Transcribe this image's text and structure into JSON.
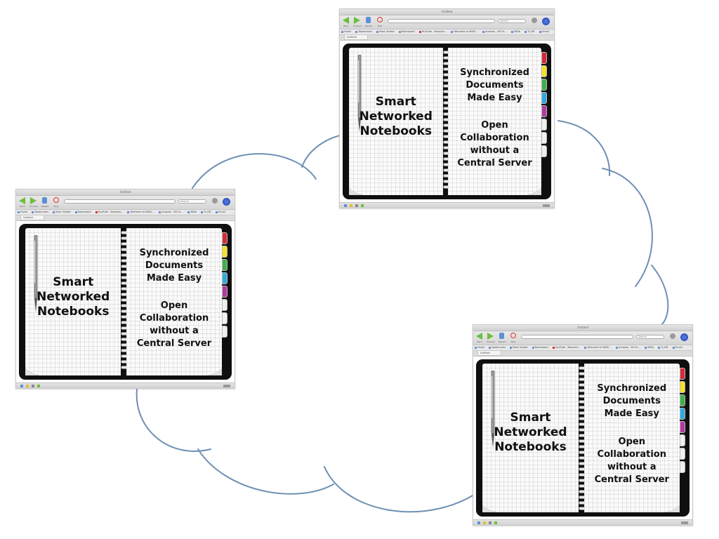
{
  "browser": {
    "window_title": "Untitled",
    "toolbar": [
      "Back",
      "Forward",
      "Reload",
      "Stop"
    ],
    "search_placeholder": "Search",
    "bookmarks": [
      "Home",
      "Bookmarks",
      "Most Visited",
      "Dashboard",
      "YouTube - Broadca…",
      "Welcome to MSN!…",
      "Amazon - 60 Fo…",
      "IMDb",
      "TL;DR",
      "Gmail"
    ],
    "tab_label": "Untitled"
  },
  "notebook": {
    "title": [
      "Smart",
      "Networked",
      "Notebooks"
    ],
    "feature1": [
      "Synchronized",
      "Documents",
      "Made Easy"
    ],
    "feature2": [
      "Open",
      "Collaboration",
      "without a",
      "Central Server"
    ],
    "tab_colors": [
      "#d52b3b",
      "#f4e12a",
      "#3eb04a",
      "#31a9e0",
      "#b23aa4",
      "#f0f0f0",
      "#f0f0f0",
      "#f0f0f0"
    ]
  },
  "colors": {
    "cloud_stroke": "#6f8fb4",
    "notebook_bg": "#0f0f0f"
  }
}
